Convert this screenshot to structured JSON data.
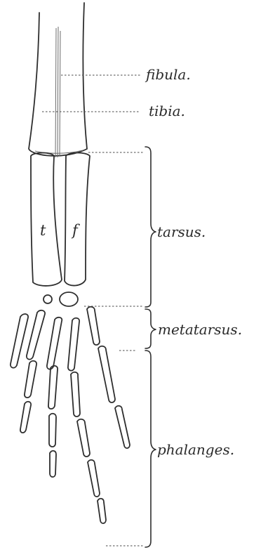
{
  "labels": {
    "fibula": "fibula.",
    "tibia": "tibia.",
    "tarsus": "tarsus.",
    "metatarsus": "metatarsus.",
    "phalanges": "phalanges."
  },
  "bone_letters": {
    "tibiale": "t",
    "fibulare": "f"
  },
  "colors": {
    "ink": "#2e2e2e",
    "background": "#ffffff"
  }
}
